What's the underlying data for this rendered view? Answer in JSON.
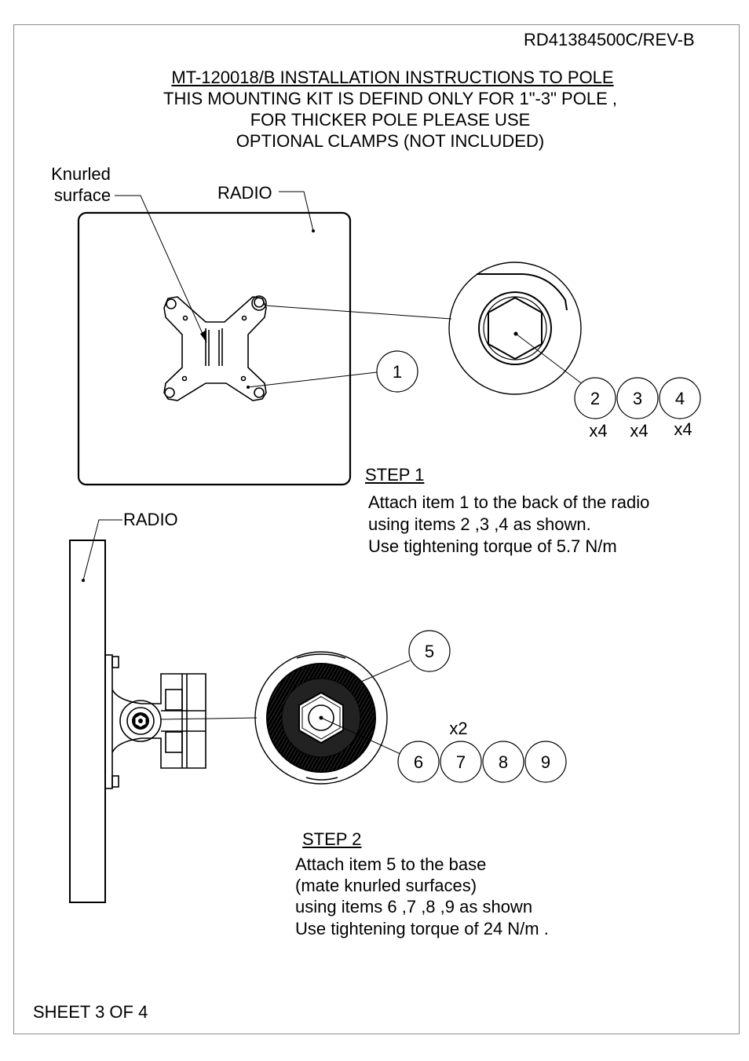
{
  "doc_number": "RD41384500C/REV-B",
  "title": "MT-120018/B INSTALLATION INSTRUCTIONS TO POLE",
  "subtitle_lines": [
    "THIS MOUNTING KIT IS DEFIND ONLY FOR 1\"-3\" POLE ,",
    "FOR THICKER POLE PLEASE USE",
    "OPTIONAL CLAMPS (NOT INCLUDED)"
  ],
  "labels": {
    "knurled_line1": "Knurled",
    "knurled_line2": "surface",
    "radio_top": "RADIO",
    "radio_side": "RADIO"
  },
  "balloons_step1": [
    {
      "num": "1",
      "qty": ""
    },
    {
      "num": "2",
      "qty": "x4"
    },
    {
      "num": "3",
      "qty": "x4"
    },
    {
      "num": "4",
      "qty": "x4"
    }
  ],
  "balloons_step2": [
    {
      "num": "5",
      "qty": ""
    },
    {
      "num": "6",
      "qty": ""
    },
    {
      "num": "7",
      "qty": "x2"
    },
    {
      "num": "8",
      "qty": ""
    },
    {
      "num": "9",
      "qty": ""
    }
  ],
  "step1": {
    "heading": "STEP 1",
    "lines": [
      "Attach item 1 to the back of the radio",
      "using items 2 ,3 ,4 as shown.",
      "Use tightening torque of 5.7 N/m"
    ]
  },
  "step2": {
    "heading": "STEP 2",
    "lines": [
      "Attach item 5 to the base",
      "(mate knurled surfaces)",
      "using items 6 ,7 ,8 ,9 as shown",
      "Use tightening torque of 24 N/m ."
    ]
  },
  "sheet": "SHEET 3 OF 4"
}
